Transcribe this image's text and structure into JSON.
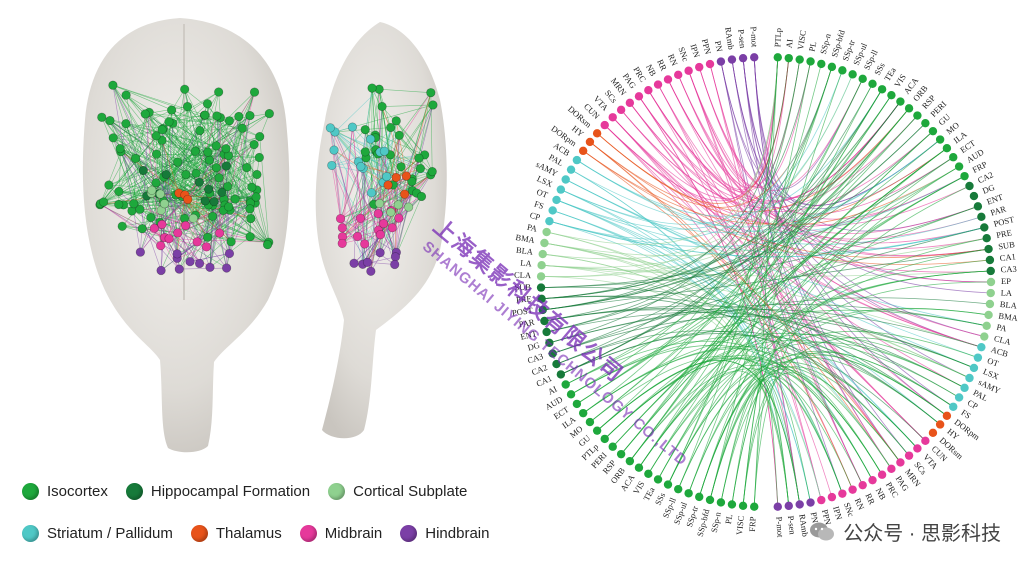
{
  "legend": [
    {
      "label": "Isocortex",
      "color": "#1ea83c"
    },
    {
      "label": "Hippocampal Formation",
      "color": "#177a3a"
    },
    {
      "label": "Cortical Subplate",
      "color": "#8fd18f"
    },
    {
      "label": "Striatum / Pallidum",
      "color": "#4fc8c6"
    },
    {
      "label": "Thalamus",
      "color": "#e8531a"
    },
    {
      "label": "Midbrain",
      "color": "#e6399b"
    },
    {
      "label": "Hindbrain",
      "color": "#7b3fa6"
    }
  ],
  "ring": {
    "right_labels": [
      "PTLp",
      "AI",
      "VISC",
      "PL",
      "SSp-n",
      "SSp-bfd",
      "SSp-tr",
      "SSp-ul",
      "SSp-ll",
      "SSs",
      "TEa",
      "VIS",
      "ACA",
      "ORB",
      "RSP",
      "PERI",
      "GU",
      "MO",
      "ILA",
      "ECT",
      "AUD",
      "FRP",
      "CA2",
      "DG",
      "ENT",
      "PAR",
      "POST",
      "PRE",
      "SUB",
      "CA1",
      "CA3",
      "EP",
      "LA",
      "BLA",
      "BMA",
      "PA",
      "CLA",
      "ACB",
      "OT",
      "LSX",
      "sAMY",
      "PAL",
      "CP",
      "FS",
      "DORpm",
      "HY",
      "DORsm",
      "CUN",
      "VTA",
      "SCs",
      "MRN",
      "PAG",
      "PRC",
      "NB",
      "RR",
      "RN",
      "SNc",
      "IPN",
      "PPN",
      "PN",
      "RAmb",
      "P-sen",
      "P-mot"
    ],
    "left_labels": [
      "P-mot",
      "P-sen",
      "RAmb",
      "PN",
      "PPN",
      "IPN",
      "SNc",
      "RN",
      "RR",
      "NB",
      "PRC",
      "PAG",
      "MRN",
      "SCs",
      "VTA",
      "CUN",
      "DORsm",
      "HY",
      "DORpm",
      "ACB",
      "PAL",
      "sAMY",
      "LSX",
      "OT",
      "FS",
      "CP",
      "PA",
      "BMA",
      "BLA",
      "LA",
      "CLA",
      "SUB",
      "PRE",
      "POST",
      "PAR",
      "ENT",
      "DG",
      "CA3",
      "CA2",
      "CA1",
      "AI",
      "AUD",
      "ECT",
      "ILA",
      "MO",
      "GU",
      "PTLp",
      "PERI",
      "RSP",
      "ORB",
      "ACA",
      "VIS",
      "TEa",
      "SSs",
      "SSp-ll",
      "SSp-ul",
      "SSp-tr",
      "SSp-bfd",
      "SSp-n",
      "PL",
      "VISC",
      "FRP"
    ]
  },
  "watermark": {
    "cn": "上海集影科技有限公司",
    "en": "SHANGHAI JIYING TECHNOLOGY CO.,LTD",
    "wechat": "公众号 · 思影科技"
  }
}
